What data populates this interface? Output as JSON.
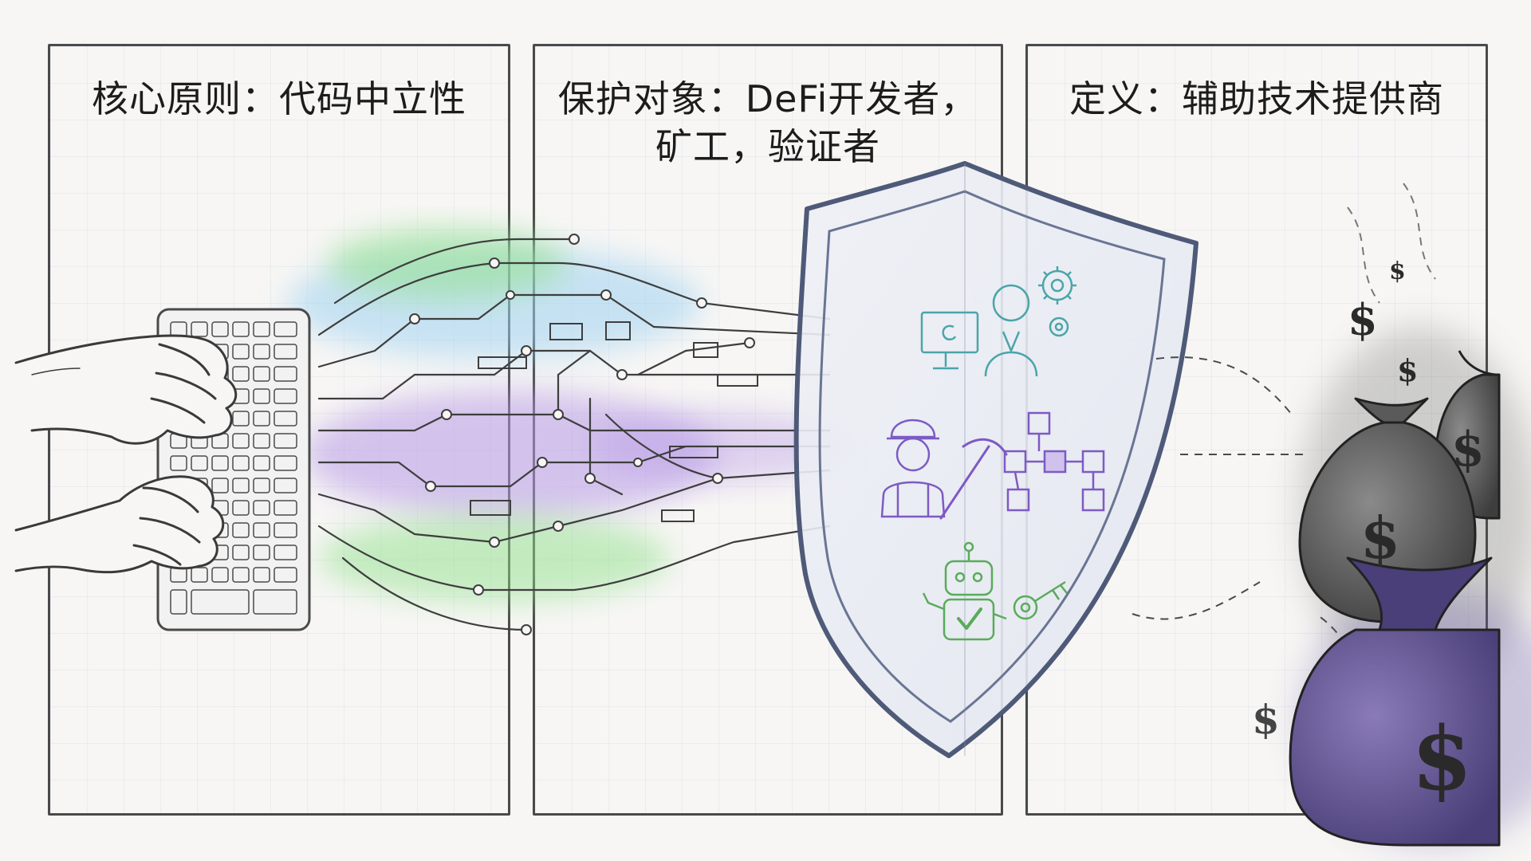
{
  "panels": {
    "left": {
      "title": "核心原则：代码中立性"
    },
    "middle": {
      "title_line1": "保护对象：DeFi开发者，",
      "title_line2": "矿工，验证者"
    },
    "right": {
      "title": "定义：辅助技术提供商"
    }
  },
  "colors": {
    "ink": "#4a4a4a",
    "green_glow": "#8fe08a",
    "blue_glow": "#9fd2f2",
    "purple_glow": "#b79ae6",
    "shield_outline": "#5a6a8a",
    "money_bag_dark": "#5a5a5a",
    "money_bag_purple": "#5c4f8e"
  },
  "icons": [
    "hands-typing-icon",
    "keyboard-icon",
    "circuit-traces-icon",
    "shield-icon",
    "developer-icon",
    "gear-icon",
    "miner-icon",
    "pickaxe-icon",
    "blockchain-icon",
    "robot-validator-icon",
    "key-icon",
    "checkmark-icon",
    "money-bag-icon",
    "dollar-sign-icon"
  ],
  "money_symbol": "$"
}
